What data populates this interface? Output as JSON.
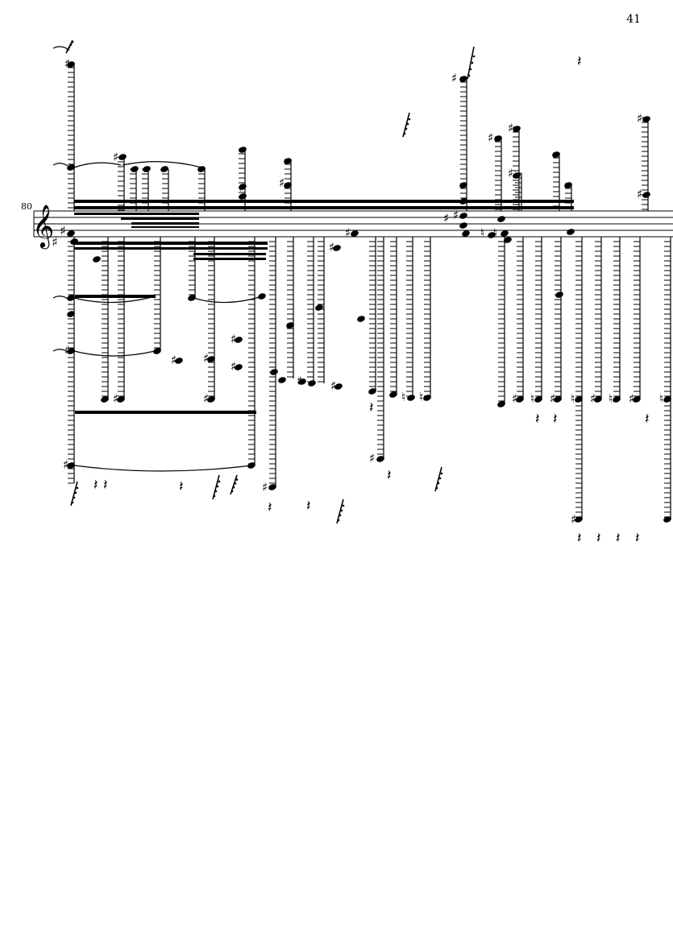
{
  "page": {
    "number": "41",
    "measure_number": "80"
  },
  "score": {
    "clef": "treble-clef",
    "ink_color": "#000000",
    "background_color": "#ffffff",
    "symbols": [
      "sharp-glyph",
      "natural-glyph",
      "rest-glyph",
      "treble-clef-glyph"
    ]
  }
}
